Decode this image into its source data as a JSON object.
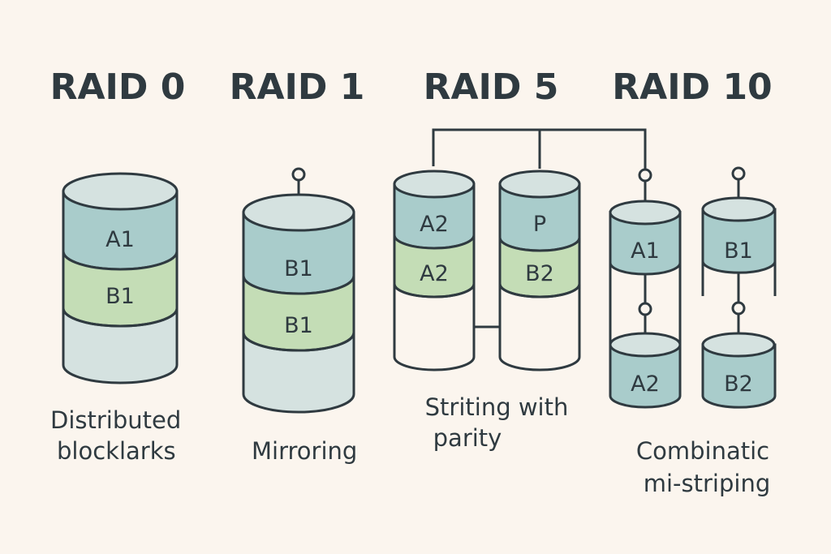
{
  "colors": {
    "background": "#fbf5ee",
    "ink": "#2f3a40",
    "teal": "#a9cccb",
    "green": "#c4ddb6",
    "light": "#d5e2e0",
    "empty": "#fbf5ee"
  },
  "raid0": {
    "title": "RAID 0",
    "blocks": [
      "A1",
      "B1"
    ],
    "caption": [
      "Distributed",
      "blocklarks"
    ]
  },
  "raid1": {
    "title": "RAID 1",
    "blocks": [
      "B1",
      "B1"
    ],
    "caption": [
      "Mirroring"
    ]
  },
  "raid5": {
    "title": "RAID 5",
    "disk1": [
      "A2",
      "A2"
    ],
    "disk2": [
      "P",
      "B2"
    ],
    "caption": [
      "Striting with",
      "parity"
    ]
  },
  "raid10": {
    "title": "RAID 10",
    "top_left": "A1",
    "bottom_left": "A2",
    "top_right": "B1",
    "bottom_right": "B2",
    "caption": [
      "Combinatic",
      "mi-striping"
    ]
  }
}
